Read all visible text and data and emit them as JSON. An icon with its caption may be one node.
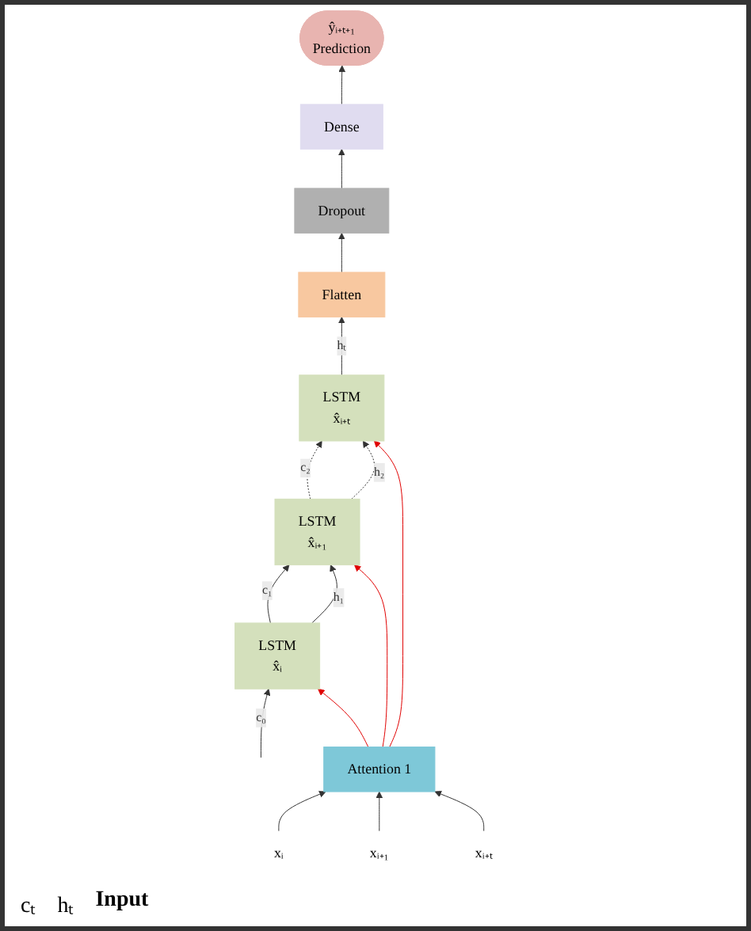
{
  "diagram": {
    "nodes": [
      {
        "text": [
          "ŷᵢ₊ₜ₊₁",
          "Prediction"
        ]
      },
      {
        "text": [
          "Dense"
        ]
      },
      {
        "text": [
          "Dropout"
        ]
      },
      {
        "text": [
          "Flatten"
        ]
      },
      {
        "text": [
          "LSTM",
          "x̂ᵢ"
        ]
      },
      {
        "text": [
          "LSTM",
          "x̂ᵢ₊₁"
        ]
      },
      {
        "text": [
          "LSTM",
          "x̂ᵢ₊ₜ"
        ]
      },
      {
        "text": [
          "Attention 1"
        ]
      },
      {
        "text": [
          "xᵢ"
        ]
      },
      {
        "text": [
          "xᵢ₊₁"
        ]
      },
      {
        "text": [
          "xᵢ₊ₜ"
        ]
      }
    ],
    "edges": [
      {
        "from": null,
        "to": 4,
        "arrow": "to",
        "label": "c₀"
      },
      {
        "from": 4,
        "to": 5,
        "arrow": "to",
        "label": "c₁"
      },
      {
        "from": 4,
        "to": 5,
        "arrow": "to",
        "label": "h₁"
      },
      {
        "from": 5,
        "to": 6,
        "arrow": "to",
        "label": "c₂",
        "style": "dashed"
      },
      {
        "from": 5,
        "to": 6,
        "arrow": "to",
        "label": "h₂",
        "style": "dashed"
      },
      {
        "from": 6,
        "to": 3,
        "arrow": "to",
        "label": "hₜ"
      },
      {
        "from": 3,
        "to": 2,
        "arrow": "to"
      },
      {
        "from": 2,
        "to": 1,
        "arrow": "to"
      },
      {
        "from": 1,
        "to": 0,
        "arrow": "to"
      },
      {
        "from": 7,
        "to": 4,
        "arrow": "to",
        "color": "#e00000"
      },
      {
        "from": 7,
        "to": 5,
        "arrow": "to",
        "color": "#e00000"
      },
      {
        "from": 7,
        "to": 6,
        "arrow": "to",
        "color": "#e00000"
      },
      {
        "from": 8,
        "to": 7,
        "arrow": "to"
      },
      {
        "from": 9,
        "to": 7,
        "arrow": "to"
      },
      {
        "from": 10,
        "to": 7,
        "arrow": "to"
      }
    ],
    "labels": [
      "cₜ",
      "hₜ",
      "Input"
    ]
  }
}
